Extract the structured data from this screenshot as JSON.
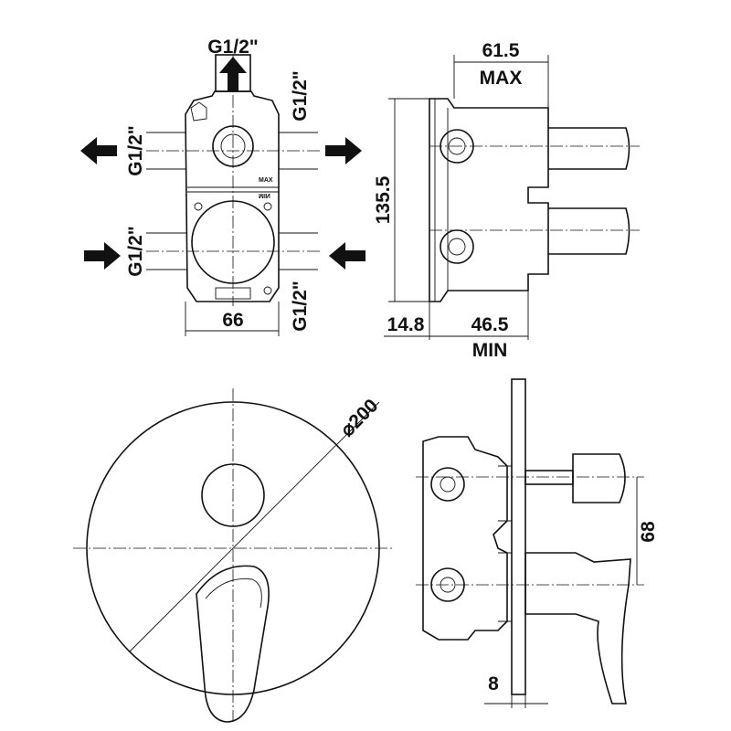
{
  "front_view": {
    "top_connection": "G1/2\"",
    "left_top_connection": "G1/2\"",
    "left_bottom_connection": "G1/2\"",
    "right_top_connection": "G1/2\"",
    "right_bottom_connection": "G1/2\"",
    "width": "66",
    "body_mark_max": "MAX",
    "body_mark_min": "MIN"
  },
  "side_view": {
    "depth_max": "61.5",
    "max_label": "MAX",
    "height": "135.5",
    "offset": "14.8",
    "depth_min": "46.5",
    "min_label": "MIN"
  },
  "plate_view": {
    "diameter": "⌀200"
  },
  "installed_view": {
    "spacing": "68",
    "plate_thickness": "8"
  }
}
